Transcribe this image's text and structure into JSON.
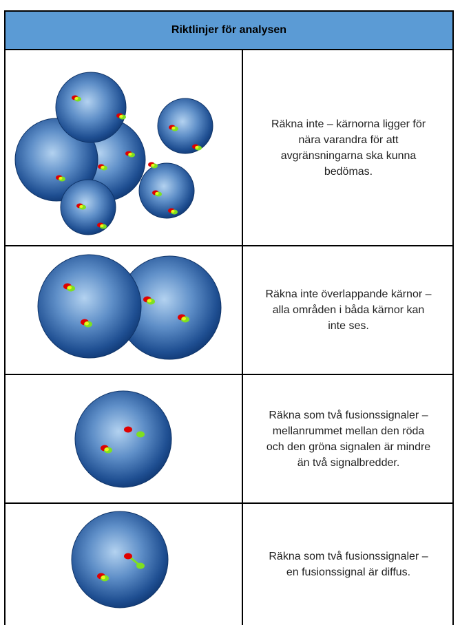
{
  "header": {
    "title": "Riktlinjer för analysen"
  },
  "rows": [
    {
      "text": "Räkna inte – kärnorna ligger för nära varandra för att avgränsningarna ska kunna bedömas."
    },
    {
      "text": "Räkna inte överlappande kärnor – alla områden i båda kärnor kan inte ses."
    },
    {
      "text": "Räkna som två fusionssignaler – mellanrummet mellan den röda och den gröna signalen är mindre än två signalbredder."
    },
    {
      "text": "Räkna som två fusionssignaler – en fusionssignal är diffus."
    }
  ],
  "colors": {
    "header_bg": "#5b9bd5",
    "nucleus_dark": "#123d7a",
    "nucleus_light": "#9ec3ea",
    "signal_red": "#e00000",
    "signal_green": "#7ee020",
    "signal_yellow": "#f2f21a"
  }
}
